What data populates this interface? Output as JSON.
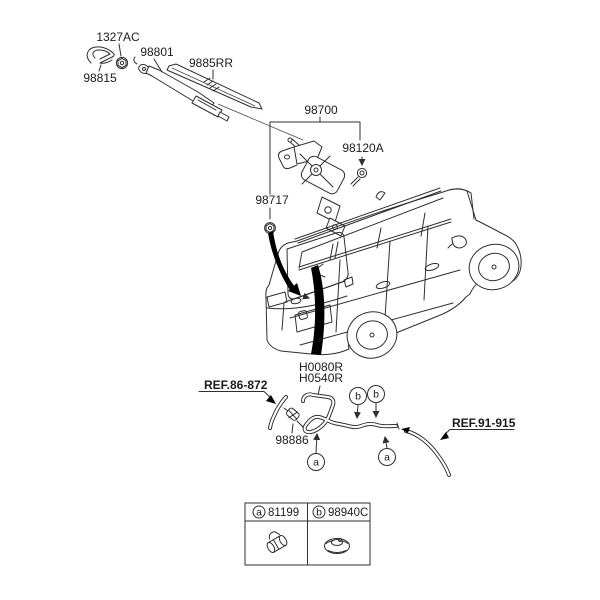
{
  "diagram": {
    "type": "automotive-parts-diagram",
    "subject": "Rear wiper and washer components with SUV rear three-quarter view",
    "colors": {
      "background": "#ffffff",
      "line": "#2f2f2f",
      "arrow_fill": "#000000"
    },
    "labels": {
      "pivot_nut": "1327AC",
      "wiper_arm": "98801",
      "cap": "98815",
      "wiper_blade": "9885RR",
      "motor_assembly": "98700",
      "mounting_bolt": "98120A",
      "motor_nut": "98717",
      "hose_upper": "H0080R",
      "hose_lower": "H0540R",
      "ref_body": "REF.86-872",
      "connector": "98886",
      "ref_tube": "REF.91-915"
    },
    "callouts": {
      "a": "a",
      "b": "b"
    },
    "legend": {
      "items": [
        {
          "key": "a",
          "part_no": "81199",
          "icon": "hose-clip-icon"
        },
        {
          "key": "b",
          "part_no": "98940C",
          "icon": "grommet-icon"
        }
      ]
    }
  }
}
